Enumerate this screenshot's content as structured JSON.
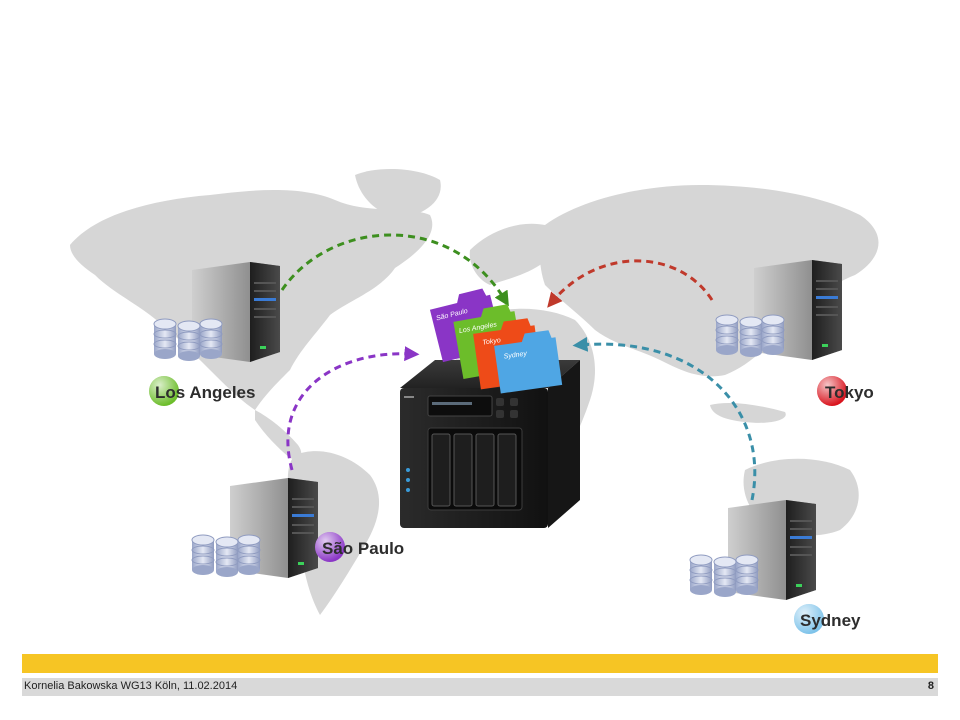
{
  "locations": [
    {
      "id": "los-angeles",
      "label": "Los Angeles",
      "first": "L",
      "rest": "os Angeles",
      "color": "#6cbd2a"
    },
    {
      "id": "sao-paulo",
      "label": "São Paulo",
      "first": "S",
      "rest": "ão Paulo",
      "color": "#8a35c6"
    },
    {
      "id": "tokyo",
      "label": "Tokyo",
      "first": "T",
      "rest": "okyo",
      "color": "#d9141e"
    },
    {
      "id": "sydney",
      "label": "Sydney",
      "first": "S",
      "rest": "ydney",
      "color": "#7ec3ea"
    }
  ],
  "folders": [
    {
      "label": "São Paulo",
      "color": "#8a35c6"
    },
    {
      "label": "Los Angeles",
      "color": "#6cbd2a"
    },
    {
      "label": "Tokyo",
      "color": "#ee4b18"
    },
    {
      "label": "Sydney",
      "color": "#4fa6e4"
    }
  ],
  "arrow_colors": {
    "los_angeles": "#3d8f1f",
    "sao_paulo": "#8a35c6",
    "tokyo": "#c0392b",
    "sydney": "#3a8fa8"
  },
  "footer": {
    "text": "Kornelia Bakowska  WG13  Köln, 11.02.2014",
    "page": "8"
  }
}
